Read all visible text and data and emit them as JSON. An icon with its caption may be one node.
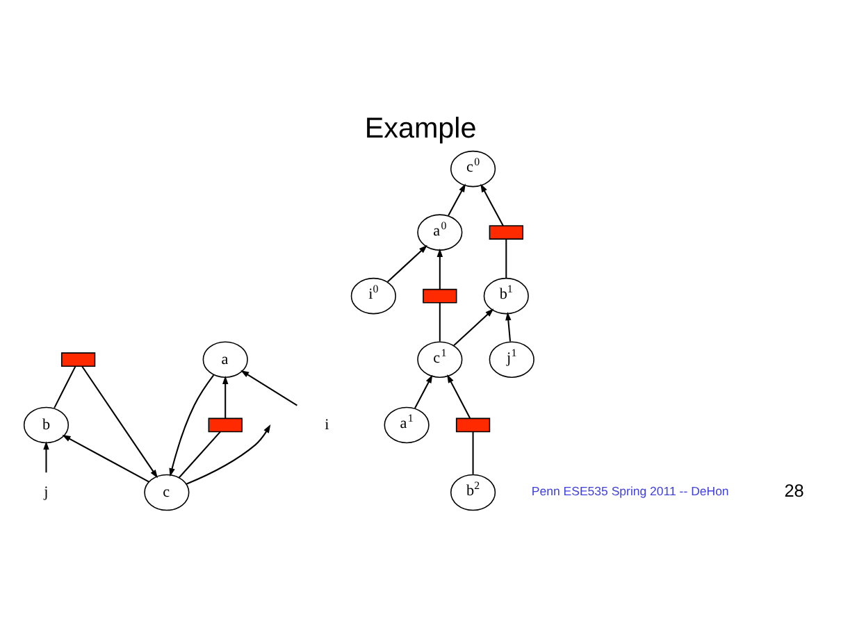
{
  "diagram": {
    "title": "Example",
    "nodes": [
      {
        "text": [
          "c"
        ]
      },
      {
        "text": [
          "a"
        ]
      },
      {
        "text": [
          "b"
        ]
      },
      {
        "text": [
          "i"
        ]
      },
      {
        "text": [
          "j"
        ]
      },
      {
        "text": [],
        "shape": "box"
      },
      {
        "text": [],
        "shape": "box"
      },
      {
        "text": [
          "c$^{0}$"
        ]
      },
      {
        "text": [
          "a$^{0}$"
        ]
      },
      {
        "text": [
          "b$^{1}$"
        ]
      },
      {
        "text": [
          "i$^{0}$"
        ]
      },
      {
        "text": [
          "c$^{1}$"
        ]
      },
      {
        "text": [
          "j$^{1}$"
        ]
      },
      {
        "text": [
          "a$^{1}$"
        ]
      },
      {
        "text": [
          "b$^{2}$"
        ]
      },
      {
        "text": [],
        "shape": "box"
      },
      {
        "text": [],
        "shape": "box"
      },
      {
        "text": [],
        "shape": "box"
      }
    ],
    "edges": [
      {
        "from": 0,
        "to": null,
        "arrow": "to"
      },
      {
        "from": 0,
        "to": 5,
        "arrow": "none"
      },
      {
        "from": 5,
        "to": 1,
        "arrow": "to"
      },
      {
        "from": 0,
        "to": 2,
        "arrow": "to"
      },
      {
        "from": 1,
        "to": 0,
        "arrow": "to"
      },
      {
        "from": 2,
        "to": 6,
        "arrow": "none"
      },
      {
        "from": 6,
        "to": 0,
        "arrow": "to"
      },
      {
        "from": 3,
        "to": 1,
        "arrow": "to"
      },
      {
        "from": 4,
        "to": 2,
        "arrow": "to"
      },
      {
        "from": 8,
        "to": 7,
        "arrow": "to"
      },
      {
        "from": 9,
        "to": 15,
        "arrow": "none"
      },
      {
        "from": 15,
        "to": 7,
        "arrow": "to"
      },
      {
        "from": 10,
        "to": 8,
        "arrow": "to"
      },
      {
        "from": 11,
        "to": 16,
        "arrow": "none"
      },
      {
        "from": 16,
        "to": 8,
        "arrow": "to"
      },
      {
        "from": 11,
        "to": 9,
        "arrow": "to"
      },
      {
        "from": 12,
        "to": 9,
        "arrow": "to"
      },
      {
        "from": 13,
        "to": 11,
        "arrow": "to"
      },
      {
        "from": 14,
        "to": 17,
        "arrow": "none"
      },
      {
        "from": 17,
        "to": 11,
        "arrow": "to"
      }
    ],
    "labels": [
      "Penn ESE535 Spring 2011 -- DeHon",
      "28"
    ]
  }
}
